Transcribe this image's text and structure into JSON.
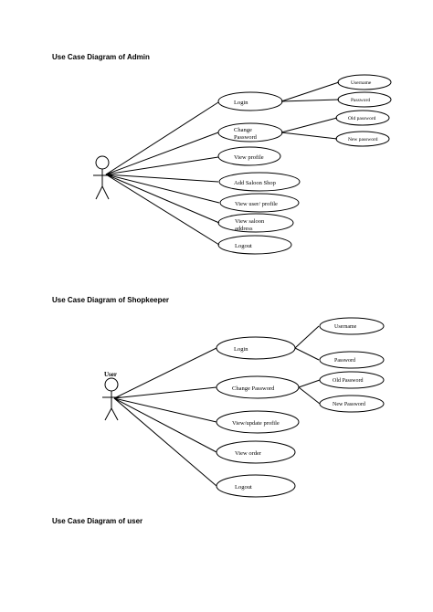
{
  "sections": {
    "admin": {
      "heading": "Use Case Diagram of Admin",
      "actor_label": "",
      "use_cases": [
        {
          "label": "Login",
          "children": [
            "Username",
            "Password"
          ]
        },
        {
          "label": "Change\nPassword",
          "children": [
            "Old password",
            "New password"
          ]
        },
        {
          "label": "View profile",
          "children": []
        },
        {
          "label": "Add Saloon Shop",
          "children": []
        },
        {
          "label": "View user/ profile",
          "children": []
        },
        {
          "label": "View saloon\naddress",
          "children": []
        },
        {
          "label": "Logout",
          "children": []
        }
      ]
    },
    "shopkeeper": {
      "heading": "Use Case Diagram of Shopkeeper",
      "actor_label": "User",
      "use_cases": [
        {
          "label": "Login",
          "children": [
            "Username",
            "Password"
          ]
        },
        {
          "label": "Change Password",
          "children": [
            "Old Password",
            "New Password"
          ]
        },
        {
          "label": "View/update profile",
          "children": []
        },
        {
          "label": "View order",
          "children": []
        },
        {
          "label": "Logout",
          "children": []
        }
      ]
    },
    "user": {
      "heading": "Use Case Diagram of user"
    }
  }
}
